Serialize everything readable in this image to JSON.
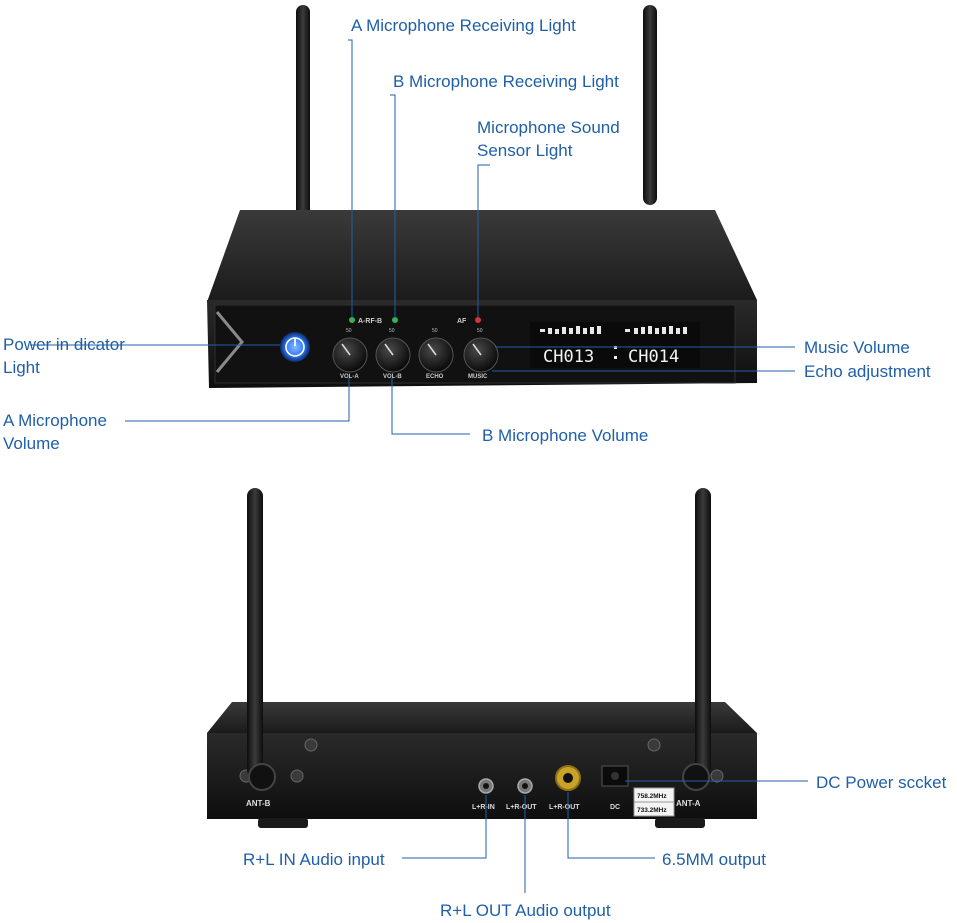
{
  "colors": {
    "callout": "#1f5fa8",
    "device": "#151515",
    "device_top": "#2b2b2b",
    "power_led": "#2f7bff",
    "rf_led": "#37b24d",
    "af_led": "#e03131"
  },
  "callouts": {
    "a_receiving_light": "A Microphone Receiving Light",
    "b_receiving_light": "B Microphone Receiving Light",
    "sound_sensor_line1": "Microphone Sound",
    "sound_sensor_line2": "Sensor Light",
    "power_indicator_line1": "Power in dicator",
    "power_indicator_line2": "Light",
    "music_volume": "Music Volume",
    "echo_adjustment": "Echo adjustment",
    "a_mic_volume_line1": "A Microphone",
    "a_mic_volume_line2": "Volume",
    "b_mic_volume": "B Microphone Volume",
    "dc_power_socket": "DC Power sccket",
    "rl_in_input": "R+L IN Audio input",
    "rl_out_output": "R+L OUT Audio output",
    "output_65mm": "6.5MM output"
  },
  "front_panel": {
    "rf_label": "A-RF-B",
    "af_label": "AF",
    "knob_scale": "50",
    "knob_labels": [
      "VOL-A",
      "VOL-B",
      "ECHO",
      "MUSIC"
    ],
    "display_left": "CH013",
    "display_right": "CH014"
  },
  "rear_panel": {
    "ant_b": "ANT-B",
    "ant_a": "ANT-A",
    "lr_in": "L+R-IN",
    "lr_out": "L+R-OUT",
    "lr_out_65": "L+R-OUT",
    "dc": "DC",
    "freq_1": "758.2MHz",
    "freq_2": "733.2MHz"
  }
}
